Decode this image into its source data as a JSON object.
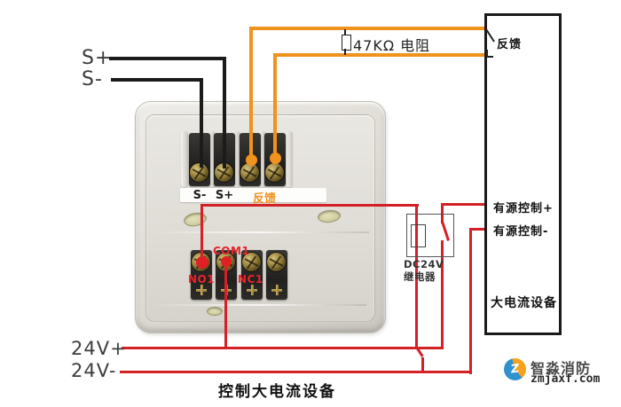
{
  "labels": {
    "s_plus": "S+",
    "s_minus": "S-",
    "v24_plus": "24V+",
    "v24_minus": "24V-",
    "resistor": "47KΩ 电阻",
    "caption": "控制大电流设备"
  },
  "module": {
    "terminal_strip": {
      "s_minus": "S-",
      "s_plus": "S+",
      "feedback": "反馈"
    },
    "relay_terminals": {
      "com1": "COM1",
      "no1": "NO1",
      "nc1": "NC1"
    }
  },
  "relay_box": {
    "line1": "DC24V",
    "line2": "继电器"
  },
  "device_box": {
    "feedback": "反馈",
    "control_plus": "有源控制+",
    "control_minus": "有源控制-",
    "name": "大电流设备"
  },
  "watermark": {
    "brand": "智淼消防",
    "url": "zmjaxf.com",
    "logo_letter": "Z"
  },
  "colors": {
    "wire_red": "#d42027",
    "wire_orange": "#f0921e",
    "wire_black": "#1b1b1b",
    "terminal_label_red": "#e8252a"
  }
}
